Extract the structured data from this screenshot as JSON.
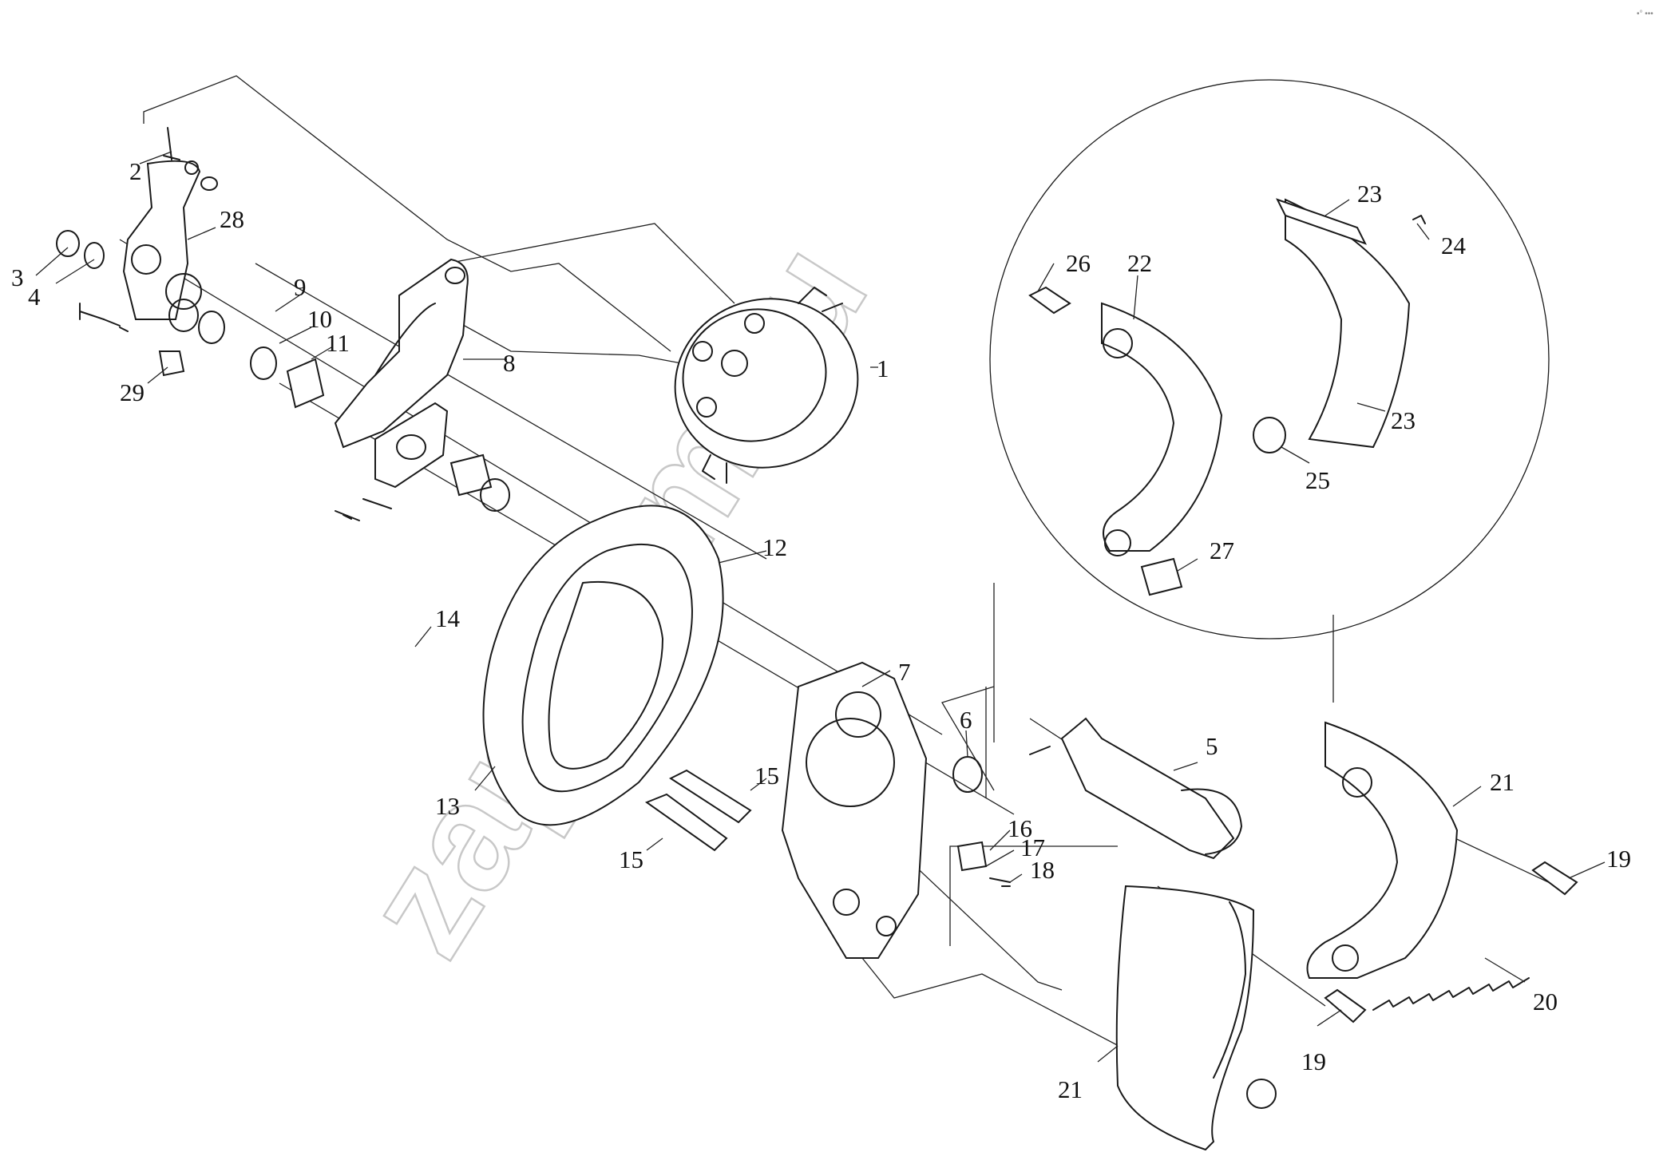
{
  "watermark": "zap-kam.ru",
  "corner_mark": "•° •••",
  "callouts": [
    "1",
    "2",
    "3",
    "4",
    "5",
    "6",
    "7",
    "8",
    "9",
    "10",
    "11",
    "12",
    "13",
    "14",
    "15",
    "15",
    "16",
    "17",
    "18",
    "19",
    "19",
    "20",
    "21",
    "21",
    "22",
    "23",
    "23",
    "24",
    "25",
    "26",
    "27",
    "28",
    "29"
  ]
}
